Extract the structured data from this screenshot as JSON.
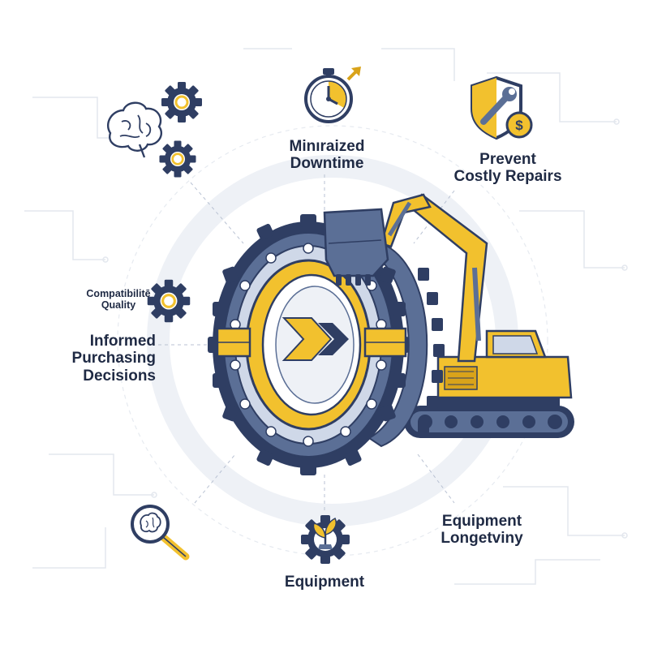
{
  "colors": {
    "navy": "#2f3e63",
    "dark_navy": "#1f2a44",
    "yellow": "#f2c12e",
    "yellow_dark": "#d9a31a",
    "steel": "#5b6f96",
    "light_blue": "#cfd8e8",
    "background": "#ffffff",
    "faint_lines": "#e3e7ee"
  },
  "labels": {
    "minimized_downtime": "Minıraized\nDowntime",
    "prevent_costly_repairs": "Prevent\nCostly Repairs",
    "compatibility_quality": "Compatibilitē\nQuality",
    "informed_purchasing": "Informed\nPurchasing\nDecisions",
    "equipment_longevity": "Equipment\nLongetviny",
    "equipment": "Equipment"
  },
  "icons": {
    "brain_gears": "brain-gears-icon",
    "stopwatch": "stopwatch-icon",
    "shield_wrench_dollar": "shield-wrench-dollar-icon",
    "gear_target": "gear-target-icon",
    "magnifier_brain": "magnifier-brain-icon",
    "gear_sprout": "gear-sprout-icon",
    "bearing": "slewing-bearing-icon",
    "excavator": "excavator-icon"
  }
}
